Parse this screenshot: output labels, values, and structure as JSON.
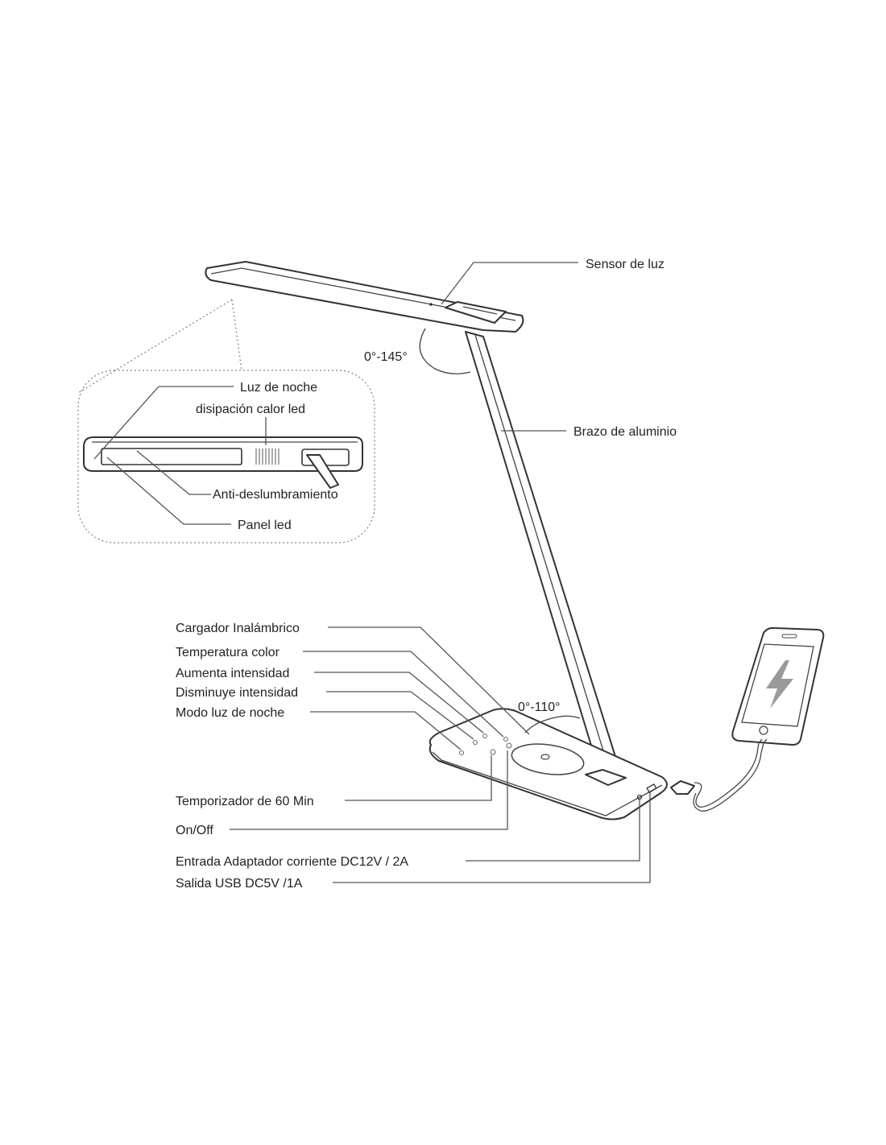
{
  "labels": {
    "light_sensor": "Sensor de luz",
    "angle_head": "0°-145°",
    "aluminium_arm": "Brazo de aluminio",
    "night_light": "Luz de noche",
    "led_heat_dissipation": "disipación calor led",
    "anti_glare": "Anti-deslumbramiento",
    "led_panel": "Panel led",
    "wireless_charger": "Cargador Inalámbrico",
    "color_temperature": "Temperatura color",
    "increase_intensity": "Aumenta intensidad",
    "decrease_intensity": "Disminuye intensidad",
    "night_light_mode": "Modo luz de noche",
    "angle_base": "0°-110°",
    "timer_60": "Temporizador de 60 Min",
    "on_off": "On/Off",
    "power_input": "Entrada Adaptador corriente DC12V / 2A",
    "usb_output": "Salida USB DC5V /1A"
  },
  "icons": [
    "lightning-icon",
    "wireless-charging-icon"
  ],
  "colors": {
    "line": "#555555",
    "text": "#222222",
    "lightning": "#9a9a9a"
  }
}
